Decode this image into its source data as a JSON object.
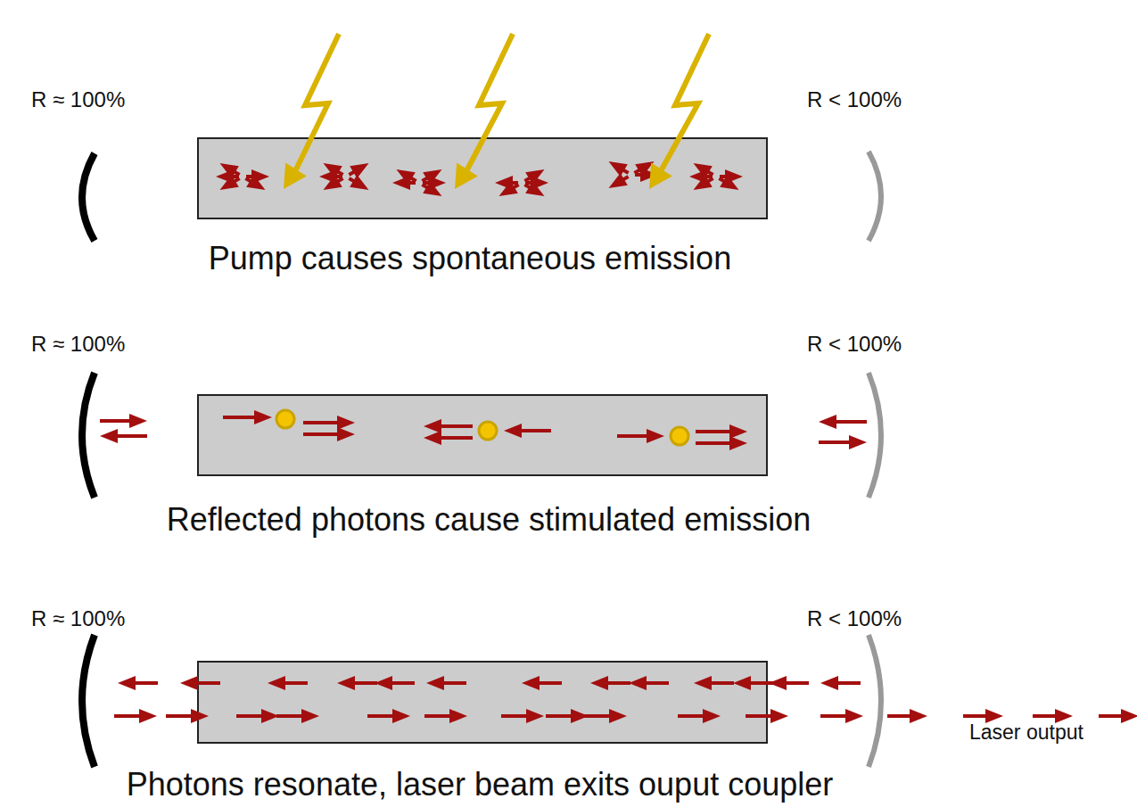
{
  "diagram": {
    "labels": [
      "R ≈ 100%",
      "R < 100%",
      "Pump causes spontaneous emission",
      "R ≈ 100%",
      "R < 100%",
      "Reflected photons cause stimulated emission",
      "R ≈ 100%",
      "R < 100%",
      "Photons resonate, laser beam exits ouput coupler",
      "Laser output"
    ]
  }
}
